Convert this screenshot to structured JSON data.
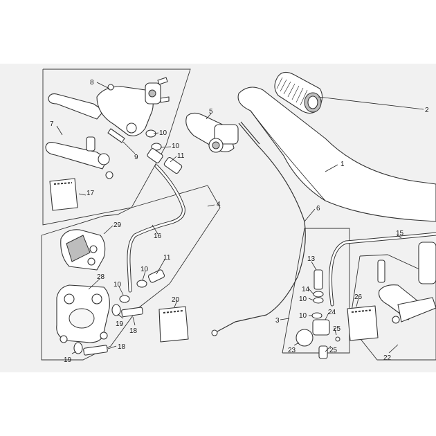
{
  "diagram": {
    "callouts": [
      {
        "id": "c8",
        "text": "8"
      },
      {
        "id": "c7",
        "text": "7"
      },
      {
        "id": "c9",
        "text": "9"
      },
      {
        "id": "c10a",
        "text": "10"
      },
      {
        "id": "c10b",
        "text": "10"
      },
      {
        "id": "c11a",
        "text": "11"
      },
      {
        "id": "c5",
        "text": "5"
      },
      {
        "id": "c2",
        "text": "2"
      },
      {
        "id": "c1",
        "text": "1"
      },
      {
        "id": "c4",
        "text": "4"
      },
      {
        "id": "c6",
        "text": "6"
      },
      {
        "id": "c17",
        "text": "17"
      },
      {
        "id": "c29",
        "text": "29"
      },
      {
        "id": "c16",
        "text": "16"
      },
      {
        "id": "c15",
        "text": "15"
      },
      {
        "id": "c11b",
        "text": "11"
      },
      {
        "id": "c10c",
        "text": "10"
      },
      {
        "id": "c10d",
        "text": "10"
      },
      {
        "id": "c28",
        "text": "28"
      },
      {
        "id": "c13",
        "text": "13"
      },
      {
        "id": "c14",
        "text": "14"
      },
      {
        "id": "c10e",
        "text": "10"
      },
      {
        "id": "c26",
        "text": "26"
      },
      {
        "id": "c20",
        "text": "20"
      },
      {
        "id": "c19a",
        "text": "19"
      },
      {
        "id": "c18a",
        "text": "18"
      },
      {
        "id": "c24",
        "text": "24"
      },
      {
        "id": "c10f",
        "text": "10"
      },
      {
        "id": "c3",
        "text": "3"
      },
      {
        "id": "c25a",
        "text": "25"
      },
      {
        "id": "c23",
        "text": "23"
      },
      {
        "id": "c25b",
        "text": "25"
      },
      {
        "id": "c18b",
        "text": "18"
      },
      {
        "id": "c19b",
        "text": "19"
      },
      {
        "id": "c22",
        "text": "22"
      }
    ]
  }
}
